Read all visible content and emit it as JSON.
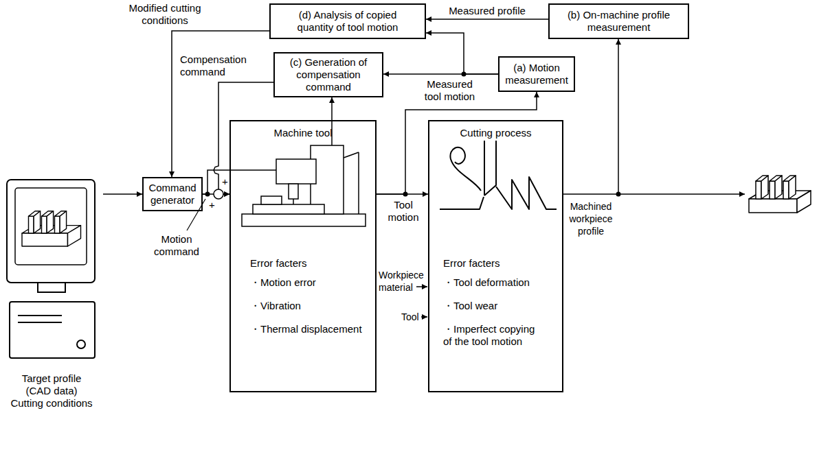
{
  "diagram": {
    "nodes": [
      {
        "text": [
          "(d) Analysis of copied quantity of tool motion"
        ]
      },
      {
        "text": [
          "(b) On-machine profile measurement"
        ]
      },
      {
        "text": [
          "(c) Generation of compensation command"
        ]
      },
      {
        "text": [
          "(a) Motion measurement"
        ]
      },
      {
        "text": [
          "Target profile (CAD data) Cutting conditions"
        ]
      },
      {
        "text": [
          "Command generator"
        ]
      },
      {
        "text": [
          "Machine tool",
          "Error facters",
          "・Motion error",
          "・Vibration",
          "・Thermal displacement"
        ]
      },
      {
        "text": [
          "Cutting process",
          "Error facters",
          "・Tool deformation",
          "・Tool wear",
          "・Imperfect copying of the tool motion"
        ]
      }
    ],
    "edges": [
      {
        "from": 4,
        "to": 5,
        "arrow": "to"
      },
      {
        "from": 0,
        "to": 5,
        "arrow": "to"
      },
      {
        "from": 5,
        "to": 2,
        "arrow": "to"
      },
      {
        "from": 5,
        "to": 6,
        "arrow": "to"
      },
      {
        "from": 2,
        "to": 6,
        "arrow": "to"
      },
      {
        "from": 6,
        "to": 7,
        "arrow": "to"
      },
      {
        "from": 6,
        "to": 3,
        "arrow": "to"
      },
      {
        "from": 3,
        "to": 2,
        "arrow": "to"
      },
      {
        "from": 3,
        "to": 0,
        "arrow": "to"
      },
      {
        "from": 7,
        "to": 1,
        "arrow": "to"
      },
      {
        "from": 1,
        "to": 0,
        "label": "Measured profile",
        "arrow": "to"
      }
    ],
    "labels": [
      "Modified cutting conditions",
      "Compensation command",
      "+",
      "Motion command",
      "+",
      "Tool motion",
      "Measured tool motion",
      "Workpiece material",
      "Tool",
      "Machined workpiece profile"
    ]
  }
}
